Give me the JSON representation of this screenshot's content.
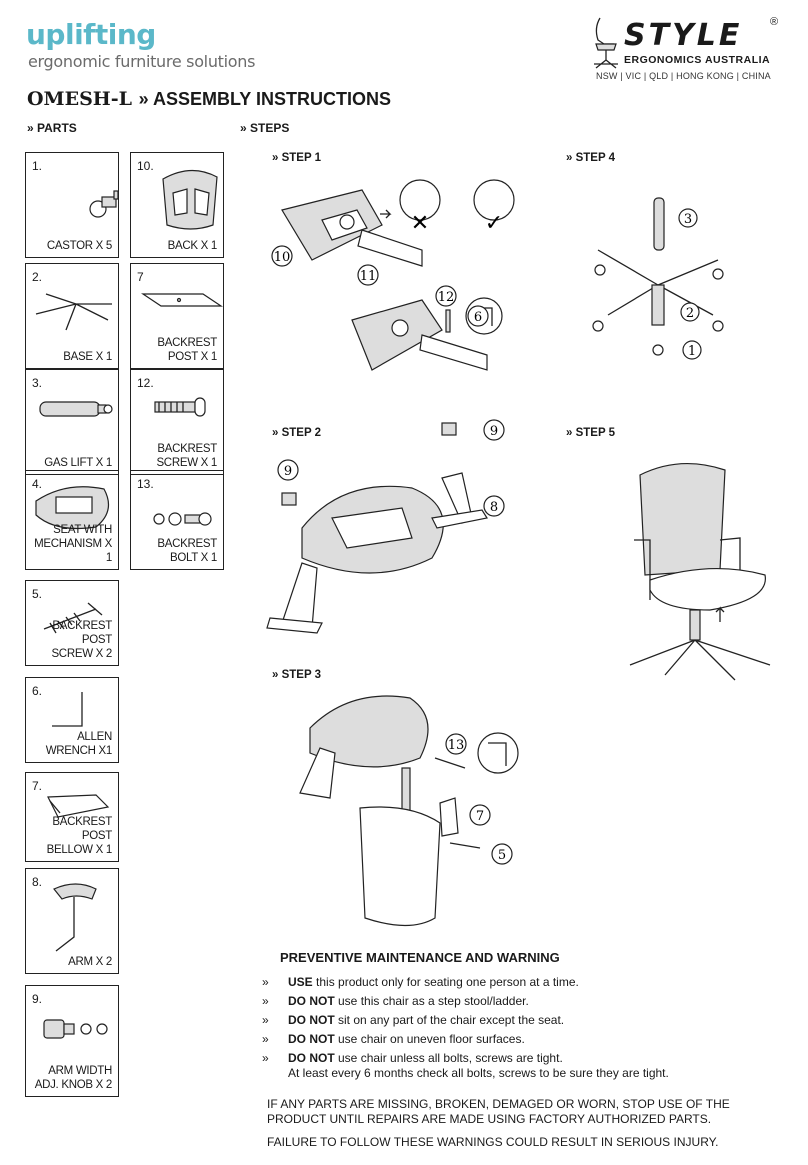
{
  "header": {
    "brand_name": "uplifting",
    "brand_tagline": "ergonomic furniture solutions",
    "style_logo": "STYLE",
    "style_reg": "®",
    "style_sub": "ERGONOMICS AUSTRALIA",
    "style_locations": "NSW | VIC | QLD | HONG KONG | CHINA",
    "title_model": "OMESH-L",
    "title_rest": "» ASSEMBLY INSTRUCTIONS"
  },
  "sections": {
    "parts": "» PARTS",
    "steps": "» STEPS"
  },
  "parts": [
    {
      "num": "1.",
      "label": "CASTOR X 5",
      "icon": "castor-icon"
    },
    {
      "num": "10.",
      "label": "BACK X 1",
      "icon": "back-icon"
    },
    {
      "num": "2.",
      "label": "BASE X 1",
      "icon": "base-icon"
    },
    {
      "num": "7",
      "label": "BACKREST\nPOST X 1",
      "icon": "backrest-post-icon"
    },
    {
      "num": "3.",
      "label": "GAS LIFT X 1",
      "icon": "gas-lift-icon"
    },
    {
      "num": "12.",
      "label": "BACKREST\nSCREW X 1",
      "icon": "backrest-screw-icon"
    },
    {
      "num": "4.",
      "label": "SEAT WITH\nMECHANISM X 1",
      "icon": "seat-mechanism-icon"
    },
    {
      "num": "13.",
      "label": "BACKREST\nBOLT X 1",
      "icon": "backrest-bolt-icon"
    },
    {
      "num": "5.",
      "label": "BACKREST POST\nSCREW X 2",
      "icon": "screw-icon"
    },
    {
      "num": "6.",
      "label": "ALLEN\nWRENCH X1",
      "icon": "allen-wrench-icon"
    },
    {
      "num": "7.",
      "label": "BACKREST POST\nBELLOW X 1",
      "icon": "bellow-icon"
    },
    {
      "num": "8.",
      "label": "ARM X 2",
      "icon": "arm-icon"
    },
    {
      "num": "9.",
      "label": "ARM WIDTH\nADJ. KNOB X 2",
      "icon": "knob-icon"
    }
  ],
  "steps": {
    "s1": "» STEP 1",
    "s2": "» STEP 2",
    "s3": "» STEP 3",
    "s4": "» STEP 4",
    "s5": "» STEP 5",
    "callouts": {
      "c10": "10",
      "c11": "11",
      "c12": "12",
      "c6": "6",
      "c3": "3",
      "c2": "2",
      "c1": "1",
      "c9a": "9",
      "c9b": "9",
      "c8": "8",
      "c13": "13",
      "c7": "7",
      "c5": "5",
      "wrong": "✕",
      "right": "✓"
    }
  },
  "warning": {
    "title": "PREVENTIVE MAINTENANCE AND WARNING",
    "bullet": "»",
    "items": [
      {
        "bold": "USE",
        "text": " this product only for seating one person at a time."
      },
      {
        "bold": "DO NOT",
        "text": " use this chair as a step stool/ladder."
      },
      {
        "bold": "DO NOT",
        "text": " sit on any part of the chair except the seat."
      },
      {
        "bold": "DO NOT",
        "text": " use chair on uneven floor surfaces."
      },
      {
        "bold": "DO NOT",
        "text": " use chair unless all bolts, screws are tight.",
        "extra": "At least every 6 months check all bolts, screws to be sure they are tight."
      }
    ],
    "footer1": "IF ANY PARTS ARE MISSING, BROKEN, DEMAGED OR WORN, STOP USE OF THE PRODUCT UNTIL REPAIRS ARE MADE USING FACTORY AUTHORIZED PARTS.",
    "footer2": "FAILURE TO FOLLOW THESE WARNINGS COULD RESULT IN SERIOUS INJURY."
  }
}
